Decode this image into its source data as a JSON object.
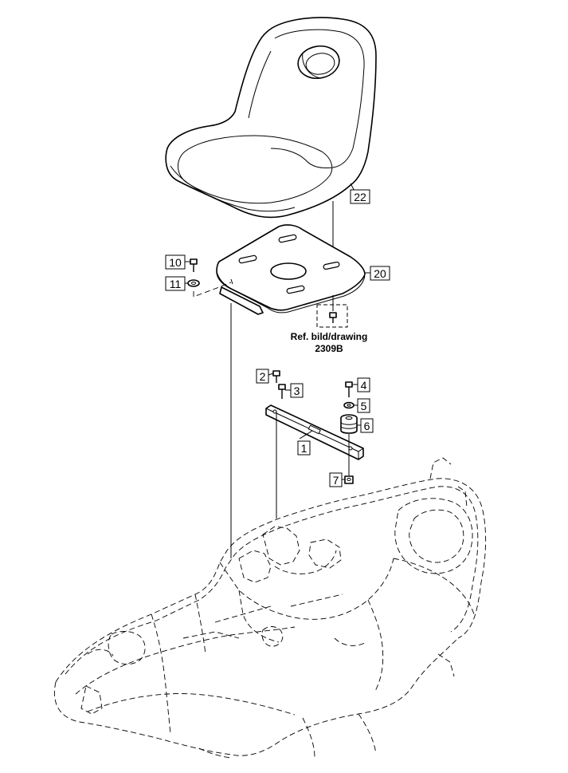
{
  "diagram": {
    "labels": {
      "p1": "1",
      "p2": "2",
      "p3": "3",
      "p4": "4",
      "p5": "5",
      "p6": "6",
      "p7": "7",
      "p10": "10",
      "p11": "11",
      "p20": "20",
      "p22": "22"
    },
    "reference": {
      "line1": "Ref. bild/drawing",
      "line2": "2309B"
    }
  }
}
